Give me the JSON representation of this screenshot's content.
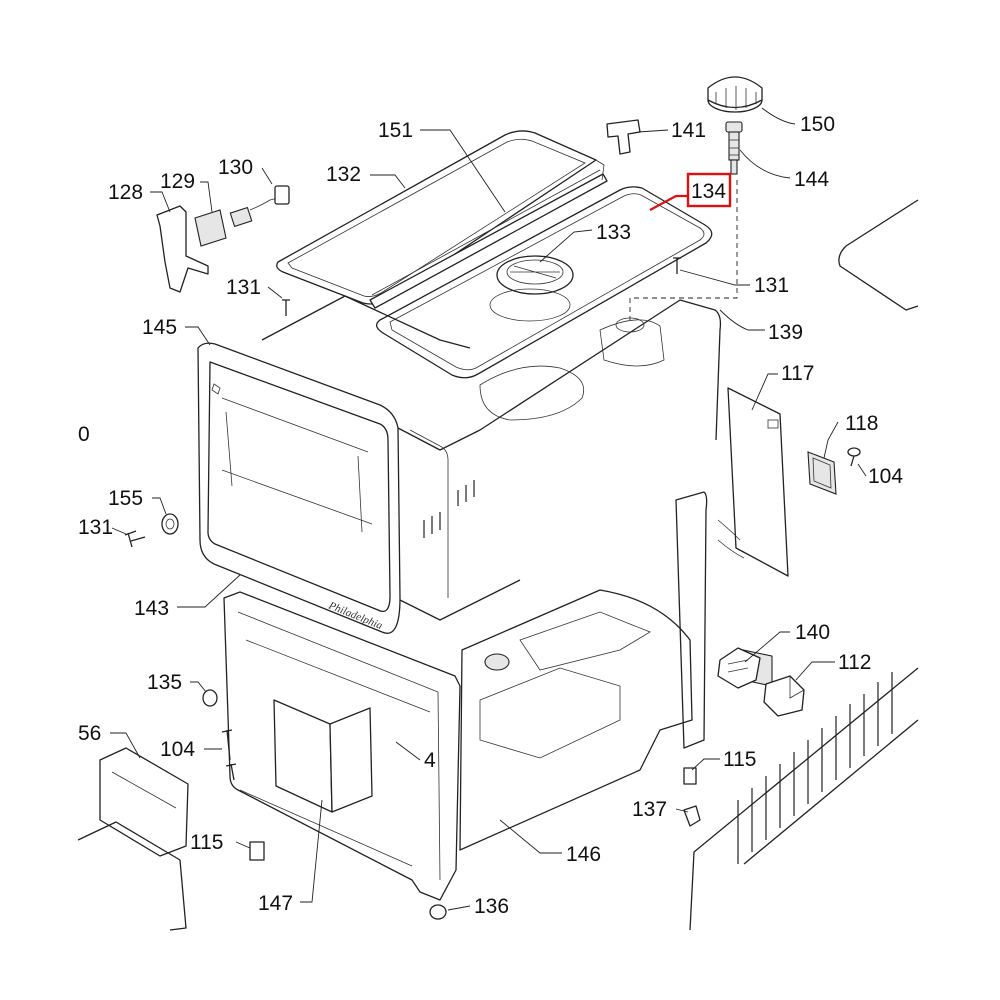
{
  "diagram": {
    "highlight": {
      "label": "134",
      "color": "#e01010"
    },
    "brand_text": "Philadelphia",
    "callouts": [
      {
        "id": "150",
        "text": "150"
      },
      {
        "id": "141",
        "text": "141"
      },
      {
        "id": "151",
        "text": "151"
      },
      {
        "id": "144",
        "text": "144"
      },
      {
        "id": "130",
        "text": "130"
      },
      {
        "id": "132",
        "text": "132"
      },
      {
        "id": "129",
        "text": "129"
      },
      {
        "id": "128",
        "text": "128"
      },
      {
        "id": "134",
        "text": "134"
      },
      {
        "id": "133",
        "text": "133"
      },
      {
        "id": "131a",
        "text": "131"
      },
      {
        "id": "131b",
        "text": "131"
      },
      {
        "id": "139",
        "text": "139"
      },
      {
        "id": "145",
        "text": "145"
      },
      {
        "id": "117",
        "text": "117"
      },
      {
        "id": "118",
        "text": "118"
      },
      {
        "id": "104a",
        "text": "104"
      },
      {
        "id": "0",
        "text": "0"
      },
      {
        "id": "155",
        "text": "155"
      },
      {
        "id": "131c",
        "text": "131"
      },
      {
        "id": "143",
        "text": "143"
      },
      {
        "id": "140",
        "text": "140"
      },
      {
        "id": "112",
        "text": "112"
      },
      {
        "id": "135",
        "text": "135"
      },
      {
        "id": "56",
        "text": "56"
      },
      {
        "id": "104b",
        "text": "104"
      },
      {
        "id": "4",
        "text": "4"
      },
      {
        "id": "115a",
        "text": "115"
      },
      {
        "id": "137",
        "text": "137"
      },
      {
        "id": "115b",
        "text": "115"
      },
      {
        "id": "146",
        "text": "146"
      },
      {
        "id": "147",
        "text": "147"
      },
      {
        "id": "136",
        "text": "136"
      }
    ]
  }
}
